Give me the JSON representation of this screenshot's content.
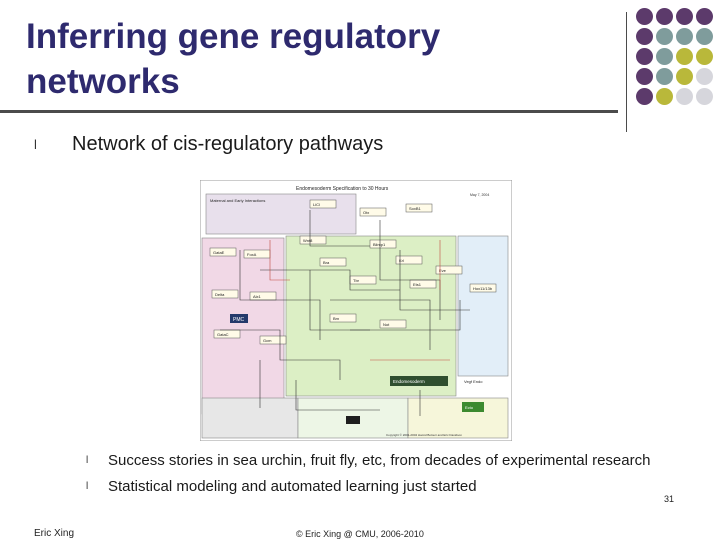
{
  "slide": {
    "title_line1": "Inferring gene regulatory",
    "title_line2": "networks",
    "bullet_main": "Network of cis-regulatory pathways",
    "bullet_mark": "l",
    "sub_bullets": [
      "Success stories in sea urchin, fruit fly, etc, from decades of experimental research",
      "Statistical modeling and automated learning just started"
    ],
    "page_number": "31",
    "footer_left": "Eric Xing",
    "footer_center": "© Eric Xing @ CMU, 2006-2010"
  },
  "diagram": {
    "title": "Endomesoderm Specification to 30 Hours",
    "date": "May 7, 2004",
    "regions": {
      "maternal": "Maternal and Early Interactions",
      "pmc": "PMC",
      "endomesoderm": "Endomesoderm",
      "vegetal": "Vegf Endo",
      "ecto": "Ecto"
    },
    "genes": [
      "LiCl",
      "Otx",
      "SoxB1",
      "Wnt8",
      "Blimp1",
      "GataE",
      "FoxA",
      "Bra",
      "Krl",
      "Eve",
      "Delta",
      "Alx1",
      "Tbr",
      "Ets1",
      "Hox11/13b",
      "GataC",
      "Gcm",
      "Brn",
      "Not"
    ],
    "copyright": "Copyright © 2001-2004 Hamid Bolouri and Eric Davidson"
  },
  "colors": {
    "title": "#2e2a6e",
    "dot_purple": "#5c3a6b",
    "dot_teal": "#7f9c9c",
    "dot_olive": "#b9b83a",
    "dot_light": "#d6d6dc"
  }
}
